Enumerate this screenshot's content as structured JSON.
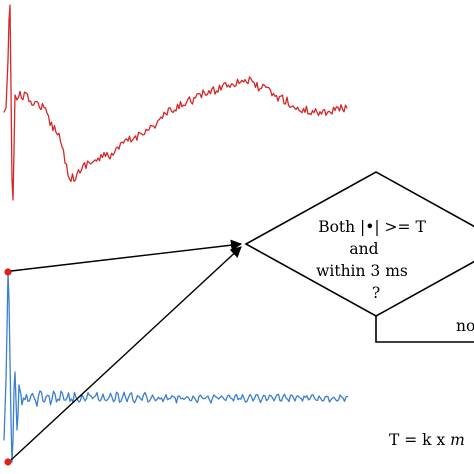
{
  "colors": {
    "red_trace": "#d62728",
    "blue_trace": "#3a7fd0",
    "marker": "#e0201b",
    "ink": "#000000"
  },
  "decision": {
    "line1": "Both |•| >= T",
    "line2": "and",
    "line3": "within 3 ms",
    "line4": "?"
  },
  "branch_label": "no",
  "formula": {
    "prefix": "T = k x ",
    "italic": "m"
  }
}
